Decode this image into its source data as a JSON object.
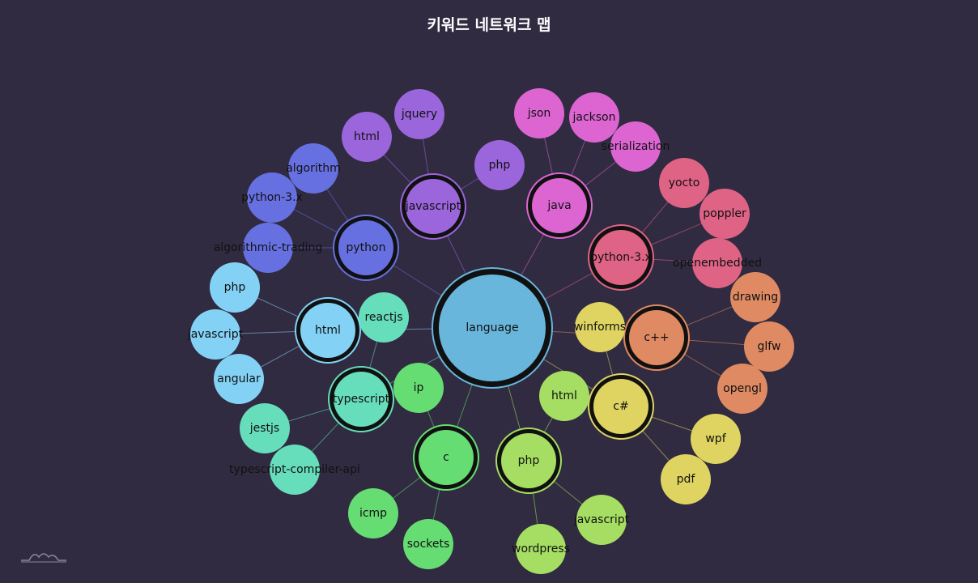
{
  "title": "키워드 네트워크 맵",
  "logo_icon": "chart-logo-icon",
  "chart_data": {
    "type": "network",
    "root": {
      "label": "language",
      "color": "#69b6dd",
      "children": [
        {
          "label": "javascript",
          "color": "#9b65db",
          "children": [
            "html",
            "jquery",
            "php"
          ]
        },
        {
          "label": "java",
          "color": "#dd65d2",
          "children": [
            "json",
            "jackson",
            "serialization"
          ]
        },
        {
          "label": "python-3.x",
          "color": "#de6385",
          "children": [
            "yocto",
            "poppler",
            "openembedded"
          ]
        },
        {
          "label": "c++",
          "color": "#df8a62",
          "children": [
            "drawing",
            "glfw",
            "opengl"
          ]
        },
        {
          "label": "c#",
          "color": "#dfd462",
          "children": [
            "winforms",
            "wpf",
            "pdf"
          ]
        },
        {
          "label": "php",
          "color": "#a5de62",
          "children": [
            "html",
            "javascript",
            "wordpress"
          ]
        },
        {
          "label": "c",
          "color": "#66dd72",
          "children": [
            "ip",
            "icmp",
            "sockets"
          ]
        },
        {
          "label": "typescript",
          "color": "#66ddbb",
          "children": [
            "reactjs",
            "jestjs",
            "typescript-compiler-api"
          ]
        },
        {
          "label": "html",
          "color": "#83d2f5",
          "children": [
            "php",
            "javascript",
            "angular"
          ]
        },
        {
          "label": "python",
          "color": "#6770e0",
          "children": [
            "algorithm",
            "python-3.x",
            "algorithmic-trading"
          ]
        }
      ]
    }
  }
}
